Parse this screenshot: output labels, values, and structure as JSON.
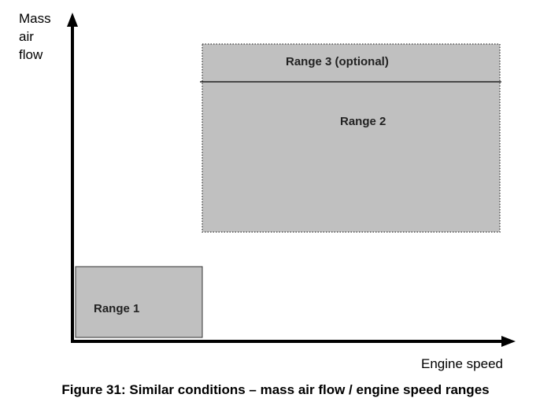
{
  "diagram": {
    "y_axis_label": [
      "Mass",
      "air",
      "flow"
    ],
    "x_axis_label": "Engine speed",
    "regions": {
      "range1": "Range 1",
      "range2": "Range 2",
      "range3": "Range 3 (optional)"
    },
    "colors": {
      "region_fill": "#c0c0c0",
      "axis": "#000000"
    }
  },
  "caption": "Figure 31: Similar conditions – mass air flow / engine speed ranges"
}
